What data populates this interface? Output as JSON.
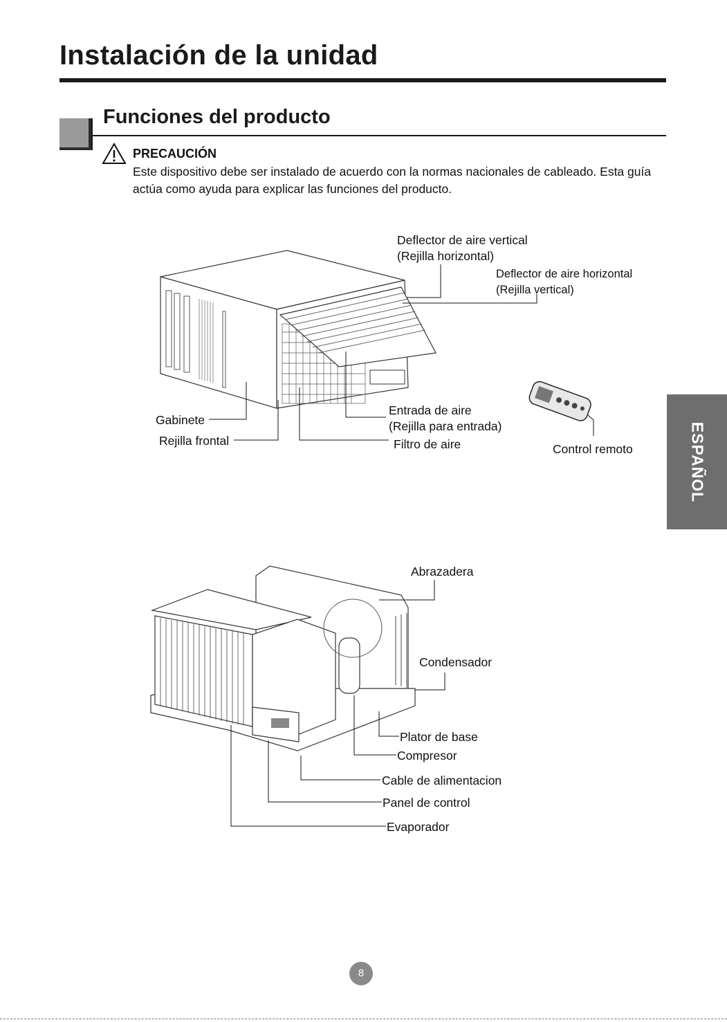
{
  "page": {
    "title": "Instalación de la unidad",
    "section_title": "Funciones del producto",
    "caution": {
      "title": "PRECAUCIÓN",
      "text": "Este dispositivo  debe ser instalado de acuerdo con la normas nacionales de cableado. Esta guía actúa como ayuda para explicar las funciones del producto."
    },
    "language_tab": "ESPAÑOL",
    "page_number": "8"
  },
  "diagram_front": {
    "labels": {
      "vertical_deflector_1": "Deflector de aire vertical",
      "vertical_deflector_2": "(Rejilla horizontal)",
      "horizontal_deflector_1": "Deflector de aire horizontal",
      "horizontal_deflector_2": "(Rejilla vertical)",
      "cabinet": "Gabinete",
      "front_grille": "Rejilla frontal",
      "air_inlet_1": "Entrada de aire",
      "air_inlet_2": "(Rejilla para entrada)",
      "air_filter": "Filtro de aire",
      "remote": "Control remoto"
    }
  },
  "diagram_back": {
    "labels": {
      "clamp": "Abrazadera",
      "condenser": "Condensador",
      "base_plate": "Plator de base",
      "compressor": "Compresor",
      "power_cable": "Cable de alimentacion",
      "control_panel": "Panel de control",
      "evaporator": "Evaporador"
    }
  },
  "colors": {
    "text": "#111111",
    "tab_background": "#6e6e6e",
    "section_block": "#9a9a9a",
    "page_number_badge": "#8a8a8a"
  }
}
